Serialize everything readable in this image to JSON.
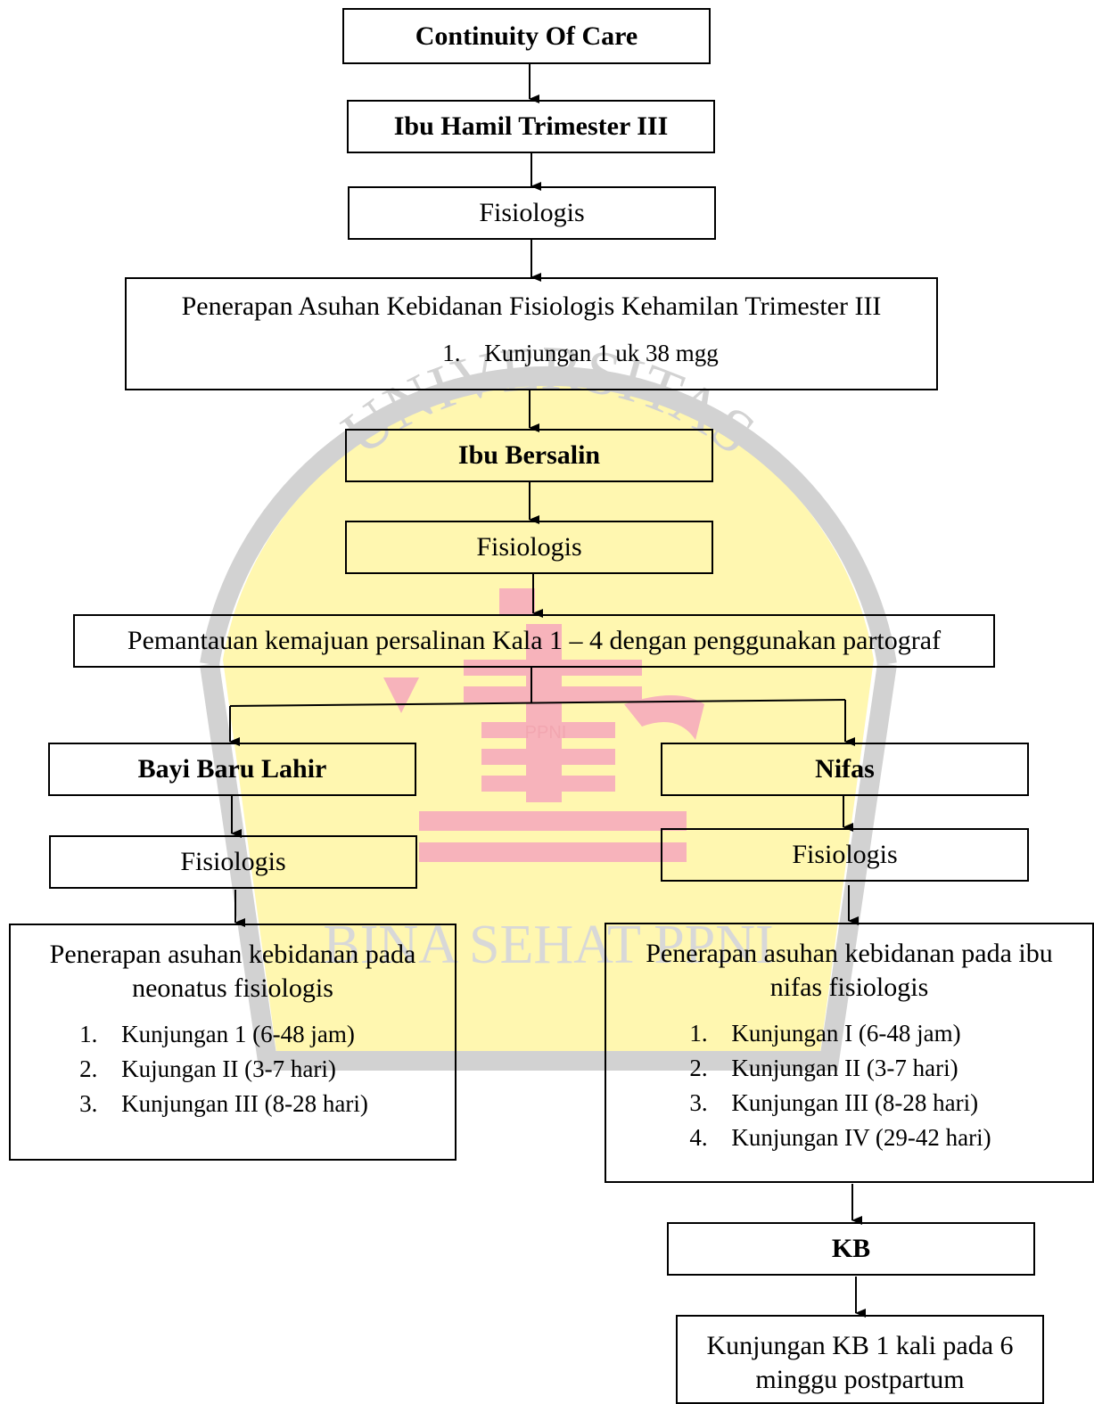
{
  "watermark": {
    "arc_top": "UNIVERSITAS",
    "arc_bottom": "BINA SEHAT PPNI",
    "emblem_label": "PPNI"
  },
  "nodes": {
    "coc": "Continuity Of Care",
    "ibu_hamil": "Ibu Hamil Trimester III",
    "fisiologis_hamil": "Fisiologis",
    "asuhan_hamil": {
      "title": "Penerapan Asuhan Kebidanan Fisiologis Kehamilan Trimester III",
      "items": [
        {
          "num": "1.",
          "text": "Kunjungan 1 uk 38 mgg"
        }
      ]
    },
    "ibu_bersalin": "Ibu Bersalin",
    "fisiologis_bersalin": "Fisiologis",
    "pemantauan": "Pemantauan kemajuan persalinan Kala 1 – 4 dengan penggunakan partograf",
    "bbl": "Bayi Baru Lahir",
    "fisiologis_bbl": "Fisiologis",
    "asuhan_neonatus": {
      "title_line1": "Penerapan asuhan kebidanan pada",
      "title_line2": "neonatus fisiologis",
      "items": [
        {
          "num": "1.",
          "text": "Kunjungan 1 (6-48 jam)"
        },
        {
          "num": "2.",
          "text": "Kujungan II (3-7 hari)"
        },
        {
          "num": "3.",
          "text": "Kunjungan III (8-28 hari)"
        }
      ]
    },
    "nifas": "Nifas",
    "fisiologis_nifas": "Fisiologis",
    "asuhan_nifas": {
      "title_line1": "Penerapan asuhan kebidanan pada ibu",
      "title_line2": "nifas fisiologis",
      "items": [
        {
          "num": "1.",
          "text": "Kunjungan I (6-48 jam)"
        },
        {
          "num": "2.",
          "text": "Kunjungan II (3-7 hari)"
        },
        {
          "num": "3.",
          "text": "Kunjungan III (8-28 hari)"
        },
        {
          "num": "4.",
          "text": "Kunjungan IV (29-42 hari)"
        }
      ]
    },
    "kb": "KB",
    "kunjungan_kb_line1": "Kunjungan KB 1 kali pada 6",
    "kunjungan_kb_line2": "minggu postpartum"
  },
  "colors": {
    "watermark_gray": "#d2d2d2",
    "watermark_yellow": "#fff7b0",
    "watermark_red": "#f7b3bb",
    "line": "#000000"
  }
}
